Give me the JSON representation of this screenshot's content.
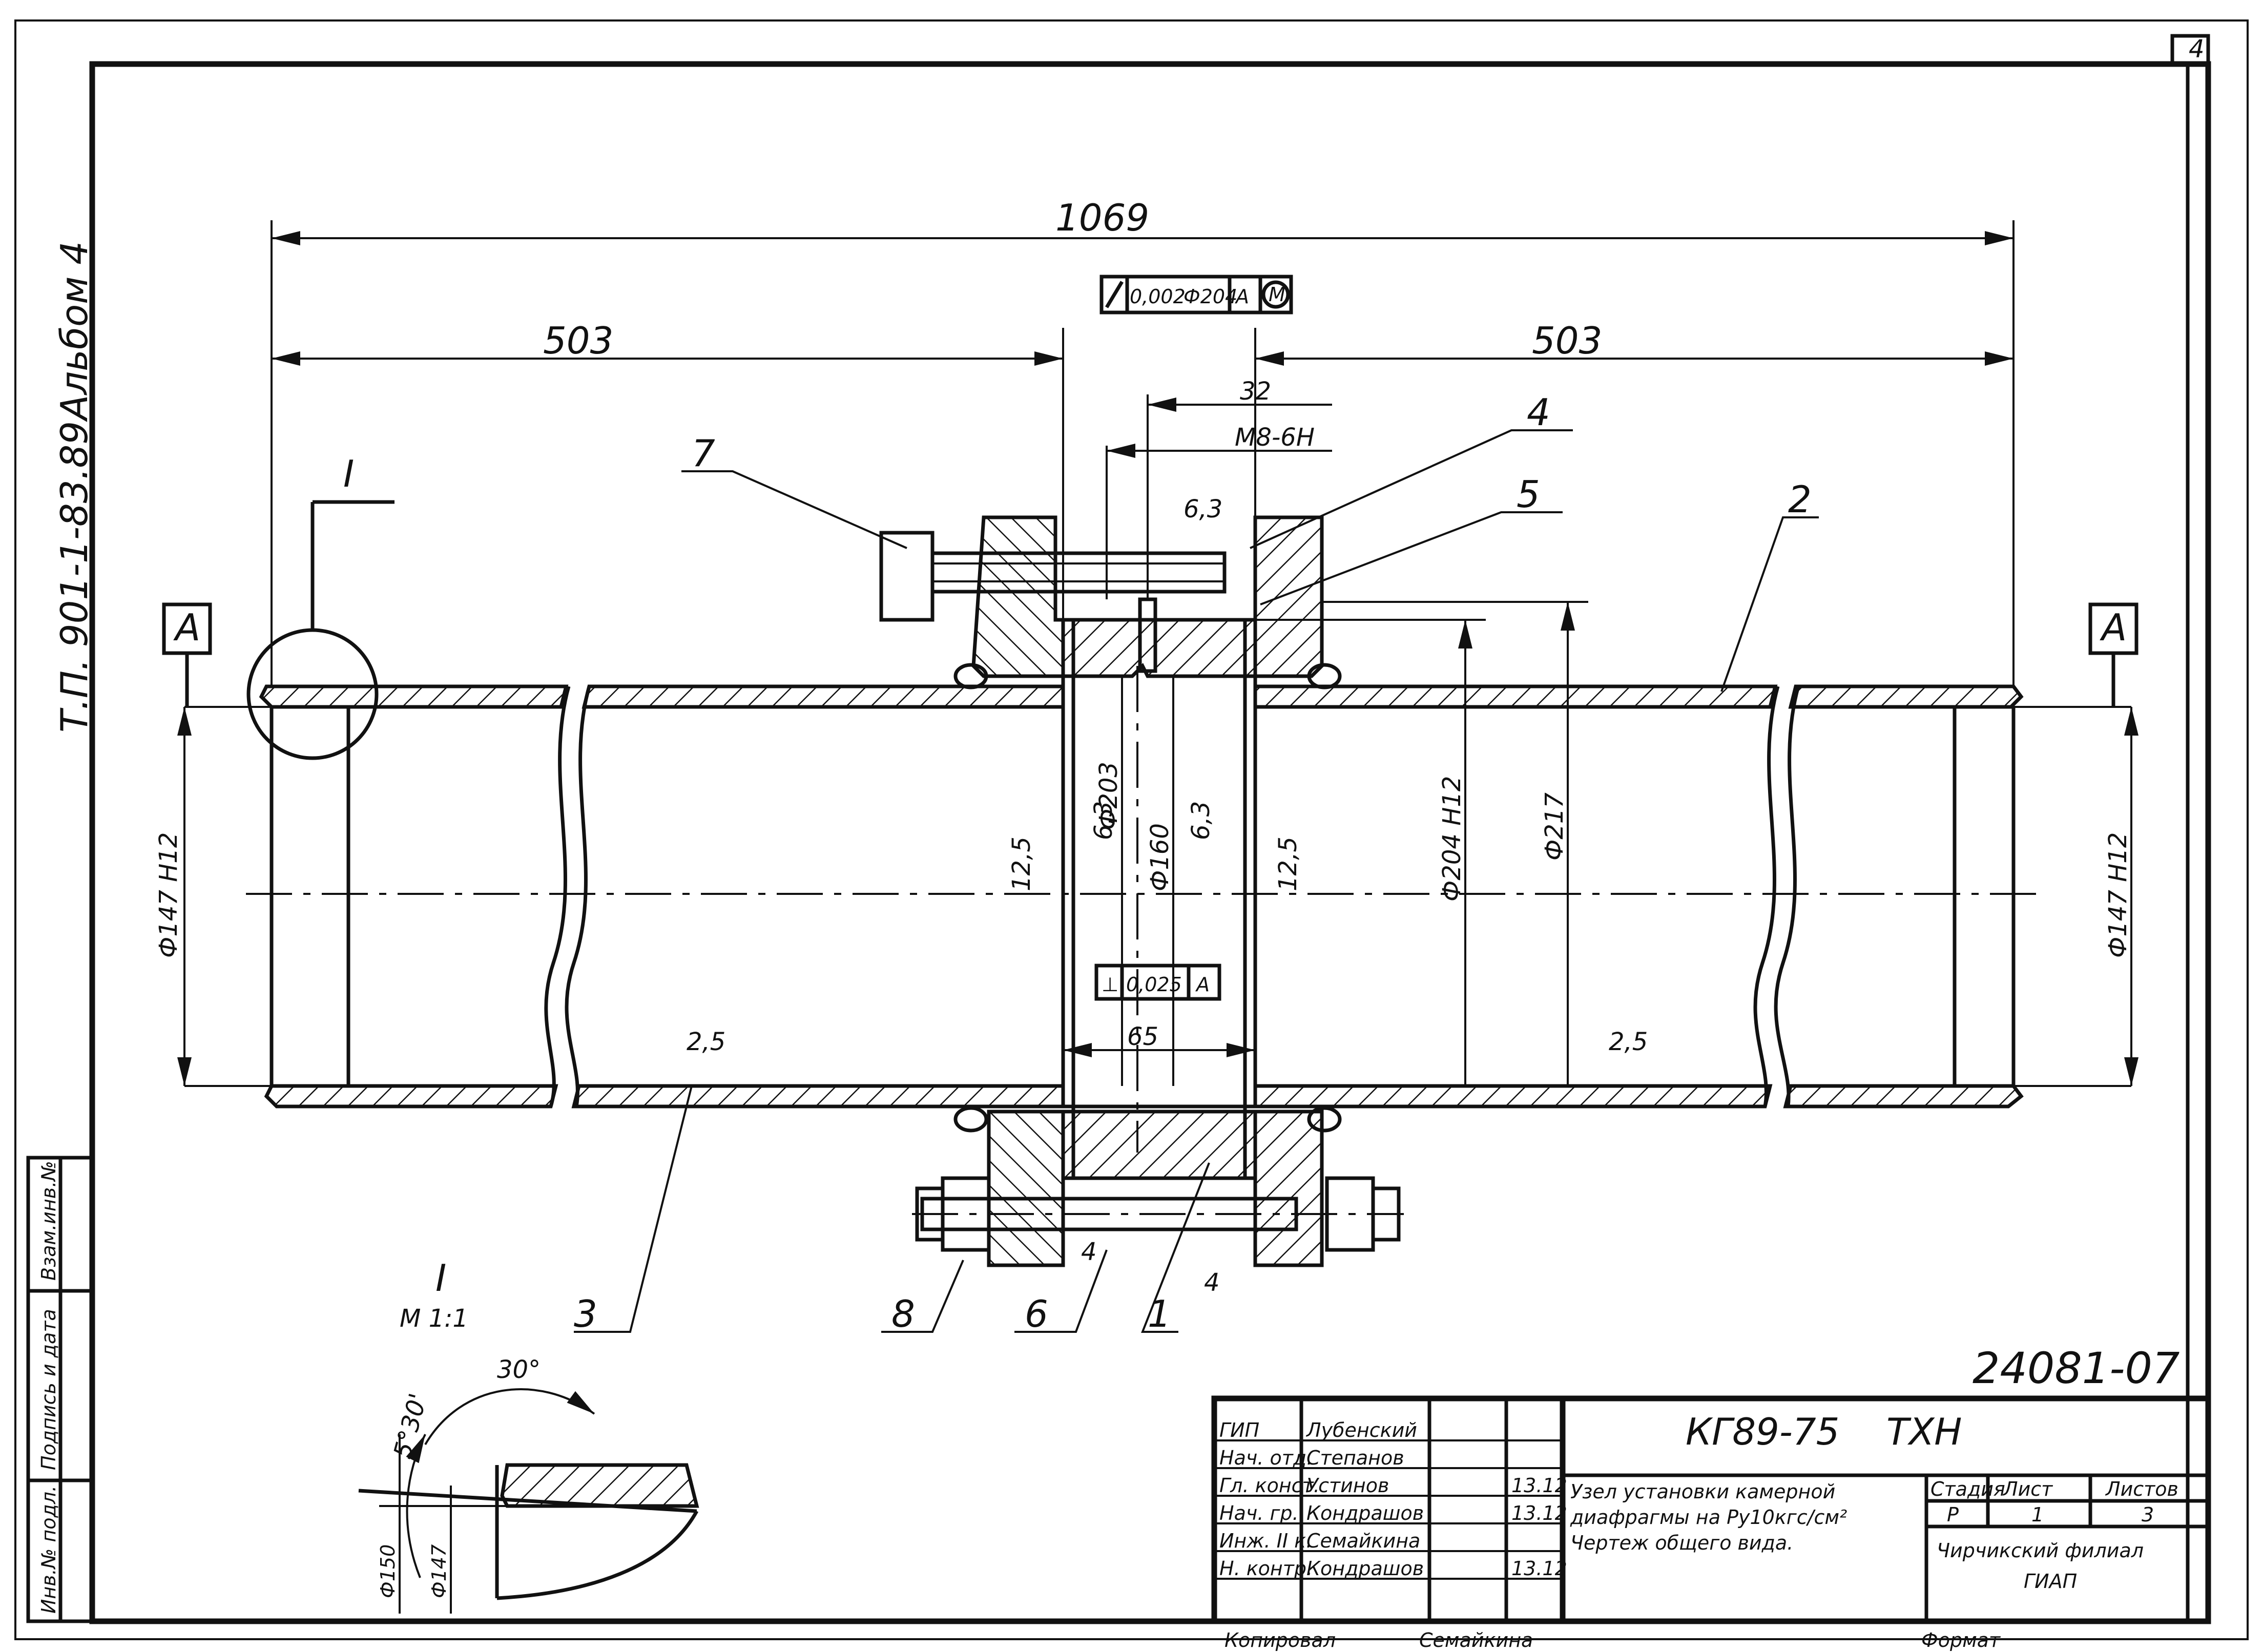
{
  "sheet": {
    "page_number": "4",
    "side_designation": "Т.П. 901-1-83.89",
    "album": "Альбом 4",
    "scale_label": "М 1:1",
    "section_mark": "I",
    "view_mark": "А",
    "archive_number": "24081-07",
    "copy_note": "Копировал",
    "copy_name": "Семайкина",
    "format_note": "Формат"
  },
  "dimensions": {
    "overall_length": "1069",
    "left_length": "503",
    "right_length": "503",
    "dim_32": "32",
    "thread": "М8-6Н",
    "bore_left": "Ф147 Н12",
    "bore_right": "Ф147 Н12",
    "dia_203": "Ф203",
    "dia_160": "Ф160",
    "dia_204": "Ф204 Н12",
    "dia_217": "Ф217",
    "width_65": "65",
    "roughness_63": "6,3",
    "roughness_125": "12,5",
    "roughness_25": "2,5",
    "gap_4": "4",
    "tolerance_top": [
      "0,002",
      "Ф204",
      "А",
      "М"
    ],
    "tolerance_perp": [
      "⊥",
      "0,025",
      "А"
    ]
  },
  "callouts": [
    "1",
    "2",
    "3",
    "4",
    "5",
    "6",
    "7",
    "8"
  ],
  "detail": {
    "angle_30": "30°",
    "angle_5_30": "5°30'",
    "dia_150": "Ф150",
    "dia_147": "Ф147"
  },
  "side_stamp": {
    "cells": [
      "Инв.№ подл.",
      "Подпись и дата",
      "Взам.инв.№"
    ]
  },
  "title_block": {
    "code": "КГ89-75    ТХН",
    "roles": [
      "ГИП",
      "Нач. отд.",
      "Гл. конст.",
      "Нач. гр.",
      "Инж. II к.",
      "Н. контр."
    ],
    "names": [
      "Лубенский",
      "Степанов",
      "Устинов",
      "Кондрашов",
      "Семайкина",
      "Кондрашов"
    ],
    "dates": [
      "",
      "",
      "13.12",
      "13.12",
      "",
      "13.12"
    ],
    "description": [
      "Узел установки камерной",
      "диафрагмы на Ру10кгс/см²",
      "Чертеж общего вида."
    ],
    "stage_header": "Стадия",
    "sheet_header": "Лист",
    "sheets_header": "Листов",
    "stage": "Р",
    "sheet": "1",
    "sheets": "3",
    "org": [
      "Чирчикский филиал",
      "ГИАП"
    ]
  }
}
